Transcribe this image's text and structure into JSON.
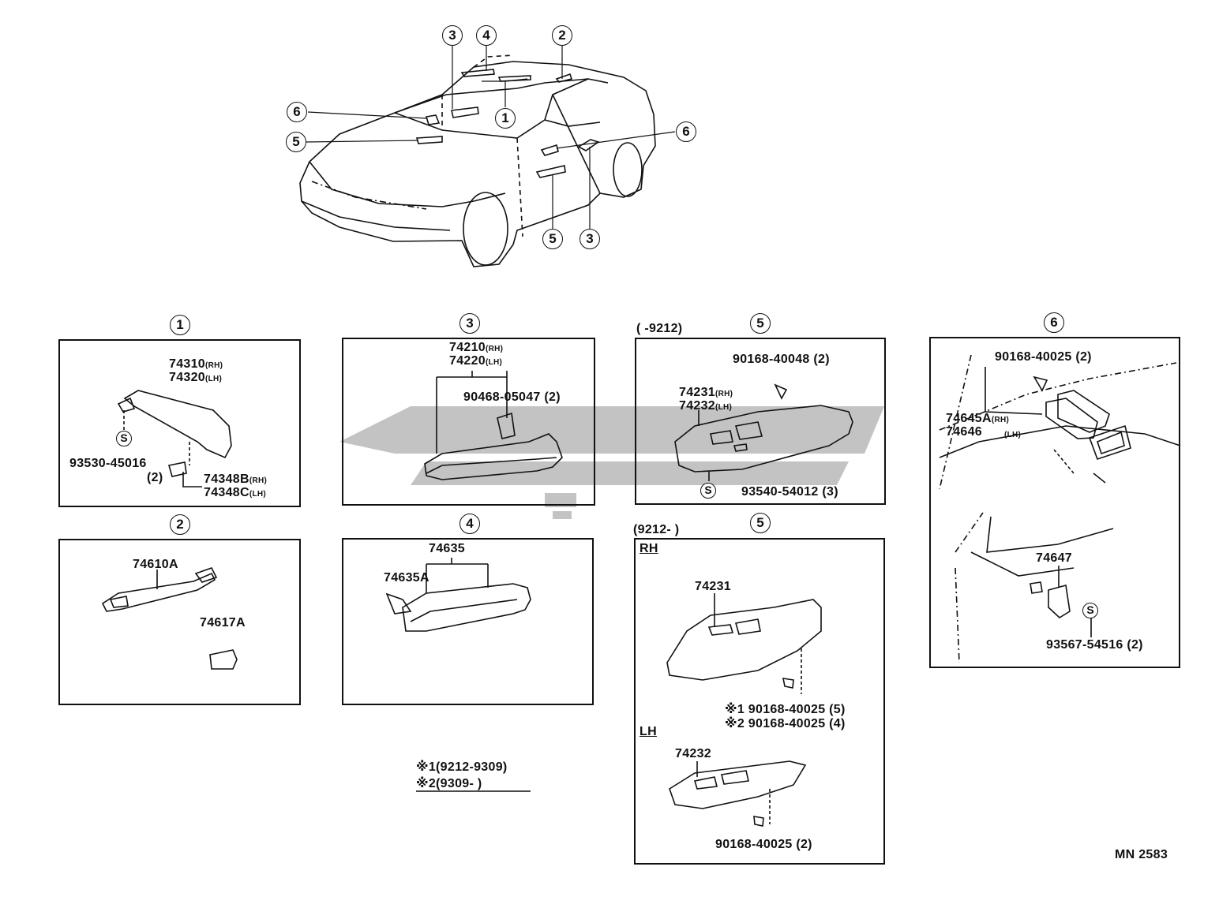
{
  "overview": {
    "callouts": [
      "3",
      "4",
      "2",
      "6",
      "5",
      "1",
      "6",
      "5",
      "3"
    ]
  },
  "headers": {
    "p1": "1",
    "p2": "2",
    "p3": "3",
    "p4": "4",
    "p6": "6",
    "p5a": "5",
    "p5a_range": "(      -9212)",
    "p5b": "5",
    "p5b_range": "(9212-      )"
  },
  "panel1": {
    "part_rh": "74310",
    "part_lh": "74320",
    "screw_sym": "S",
    "screw": "93530-45016",
    "screw_qty": "(2)",
    "clip_rh": "74348B",
    "clip_lh": "74348C",
    "rh": "(RH)",
    "lh": "(LH)"
  },
  "panel2": {
    "handle": "74610A",
    "cover": "74617A"
  },
  "panel3": {
    "part_rh": "74210",
    "part_lh": "74220",
    "clip": "90468-05047",
    "clip_qty": "(2)",
    "rh": "(RH)",
    "lh": "(LH)"
  },
  "panel4": {
    "assy": "74635",
    "sub": "74635A"
  },
  "panel5a": {
    "screw": "90168-40048",
    "screw_qty": "(2)",
    "part_rh": "74231",
    "part_lh": "74232",
    "screw_sym": "S",
    "screw2": "93540-54012",
    "screw2_qty": "(3)",
    "rh": "(RH)",
    "lh": "(LH)"
  },
  "panel5b": {
    "rh_title": "RH",
    "rh_part": "74231",
    "note1": "※1 90168-40025 (5)",
    "note2": "※2 90168-40025 (4)",
    "lh_title": "LH",
    "lh_part": "74232",
    "lh_screw": "90168-40025 (2)"
  },
  "panel6": {
    "screw": "90168-40025 (2)",
    "part_rh": "74645A",
    "part_lh": "74646",
    "rh": "(RH)",
    "lh": "(LH)",
    "part2": "74647",
    "screw_sym": "S",
    "screw2": "93567-54516 (2)"
  },
  "notes": {
    "line1": "※1(9212-9309)",
    "line2": "※2(9309-      )"
  },
  "footer": {
    "code": "MN 2583"
  },
  "watermark": {
    "color": "#bdbdbd"
  }
}
